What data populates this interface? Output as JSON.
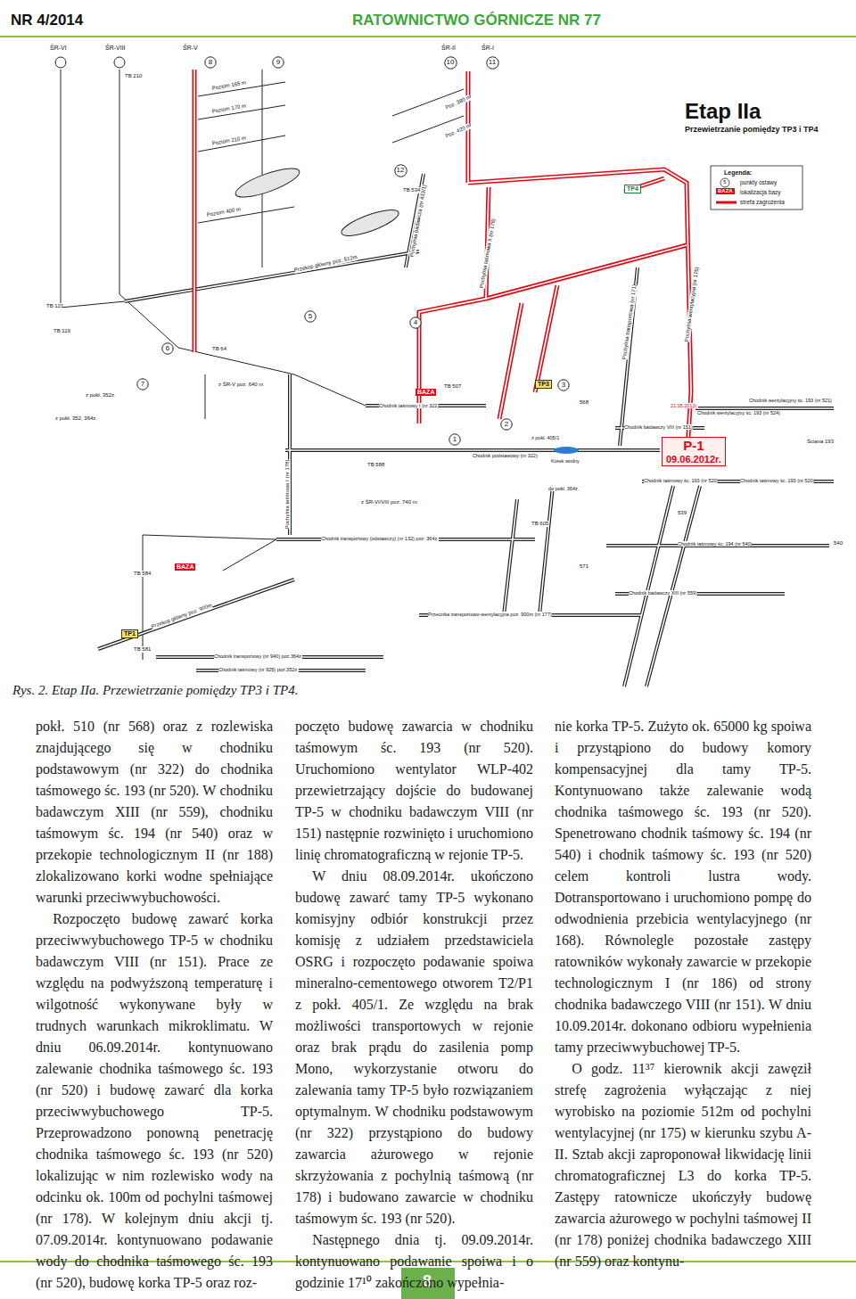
{
  "diagram": {
    "title": "Etap IIa",
    "caption": "Rys. 2. Etap IIa. Przewietrzanie pomiędzy TP3 i TP4.",
    "nodes": [
      {
        "text": [
          "P-1",
          "09.06.2012r."
        ]
      },
      {
        "text": [
          "TP4"
        ]
      },
      {
        "text": [
          "TP3"
        ]
      },
      {
        "text": [
          "TP1"
        ]
      },
      {
        "text": [
          "BAZA"
        ]
      },
      {
        "text": [
          "BAZA"
        ]
      },
      {
        "text": [
          "1"
        ]
      },
      {
        "text": [
          "2"
        ]
      },
      {
        "text": [
          "3"
        ]
      },
      {
        "text": [
          "4"
        ]
      },
      {
        "text": [
          "5"
        ]
      },
      {
        "text": [
          "6"
        ]
      },
      {
        "text": [
          "7"
        ]
      },
      {
        "text": [
          "8"
        ]
      },
      {
        "text": [
          "9"
        ]
      },
      {
        "text": [
          "10"
        ]
      },
      {
        "text": [
          "11"
        ]
      },
      {
        "text": [
          "12"
        ]
      }
    ],
    "labels": [
      "NR 4/2014",
      "RATOWNICTWO GÓRNICZE NR 77",
      "Przewietrzanie pomiędzy TP3 i TP4",
      "Legenda:",
      "5",
      "BAZA",
      "Poziom 165 m",
      "Poziom 170 m",
      "Poziom 210 m",
      "Poziom 400 m",
      "Przekop główny poz. 512m",
      "Poz. 380 m",
      "Poz. 420 m",
      "Pochylnia taśmowa II (nr 178)",
      "Pochylnia badawcza (nr 433/1)",
      "Pochylnia wentylacyjna (nr 175)",
      "Pochylnia transportowa (nr 171)",
      "Chodnik wentylacyjny śc. 193 (nr 524)",
      "Chodnik wentylacyjny śc. 193 (nr 521)",
      "Chodnik badawczy VIII (nr 151)",
      "Ściana 193",
      "Chodnik taśmowy śc. 193 (nr 520)",
      "Chodnik taśmowy śc. 193 (nr 520)",
      "Chodnik taśmowy śc. 194 (nr 540)",
      "Chodnik badawczy XIII (nr 559)",
      "Przecinka transportowo-wentylacyjna poz. 900m (nr 177)",
      "Chodnik transportowy (odstawczy) (nr 132) poz. 364z.",
      "Chodnik podstawowy (nr 322)",
      "Chodnik taśmowy I (nr 322)",
      "Korek wodny",
      "z pokł. 405/1",
      "do pokł. 364z.",
      "539",
      "540",
      "571",
      "568",
      "Chodnik transportowy (nr 940) poz.364z.",
      "Chodnik taśmowy (nr 925) poz.352z.",
      "Przekop główny poz. 900m",
      "z pokł. 352, 364z.",
      "z pokł. 352z.",
      "TB 121",
      "TB 119",
      "TB 534",
      "TB 507",
      "TB 588",
      "TB 605",
      "TB 584",
      "TB 581",
      "TB 64",
      "TB 210",
      "z ŚR-V poz. 640 m",
      "z ŚR-VI/VIII poz. 740 m",
      "Pochylnia taśmowa I (nr 178)",
      "21.05.2012r.",
      "ŚR-VI",
      "ŚR-VIII",
      "ŚR-V",
      "ŚR-II",
      "ŚR-I",
      "pokł. 510 (nr 568) oraz z rozlewiska znajdującego się w chodniku podstawowym (nr 322) do chodnika taśmowego śc. 193 (nr 520). W chodniku badawczym XIII (nr 559), chodniku taśmowym śc. 194 (nr 540) oraz w przekopie technologicznym II (nr 188) zlokalizowano korki wodne spełniające warunki przeciwwybuchowości.",
      "Rozpoczęto budowę zawarć korka przeciwwybuchowego TP-5 w chodniku badawczym VIII (nr 151). Prace ze względu na podwyższoną temperaturę i wilgotność wykonywane były w trudnych warunkach mikroklimatu. W dniu 06.09.2014r. kontynuowano zalewanie chodnika taśmowego śc. 193 (nr 520) i budowę zawarć dla korka przeciwwybuchowego TP-5. Przeprowadzono ponowną penetrację chodnika taśmowego śc. 193 (nr 520) lokalizując w nim rozlewisko wody na odcinku ok. 100m od pochylni taśmowej (nr 178). W kolejnym dniu akcji tj. 07.09.2014r. kontynuowano podawanie wody do chodnika taśmowego śc. 193 (nr 520), budowę korka TP-5 oraz roz-",
      "poczęto budowę zawarcia w chodniku taśmowym śc. 193 (nr 520). Uruchomiono wentylator WLP-402 przewietrzający dojście do budowanej TP-5 w chodniku badawczym VIII (nr 151) następnie rozwinięto i uruchomiono linię chromatograficzną w rejonie TP-5.",
      "W dniu 08.09.2014r. ukończono budowę zawarć tamy TP-5 wykonano komisyjny odbiór konstrukcji przez komisję z udziałem przedstawiciela OSRG i rozpoczęto podawanie spoiwa mineralno-cementowego otworem T2/P1 z pokł. 405/1. Ze względu na brak możliwości transportowych w rejonie oraz brak prądu do zasilenia pomp Mono, wykorzystanie otworu do zalewania tamy TP-5 było rozwiązaniem optymalnym. W chodniku podstawowym (nr 322) przystąpiono do budowy zawarcia ażurowego w rejonie skrzyżowania z pochylnią taśmową (nr 178) i budowano zawarcie w chodniku taśmowym śc. 193 (nr 520).",
      "Następnego dnia tj. 09.09.2014r. kontynuowano podawanie spoiwa i o godzinie 17¹⁰ zakończono wypełnia-",
      "nie korka TP-5. Zużyto ok. 65000 kg spoiwa i przystąpiono do budowy komory kompensacyjnej dla tamy TP-5. Kontynuowano także zalewanie wodą chodnika taśmowego śc. 193 (nr 520). Spenetrowano chodnik taśmowy śc. 194 (nr 540) i chodnik taśmowy śc. 193 (nr 520) celem kontroli lustra wody. Dotransportowano i uruchomiono pompę do odwodnienia przebicia wentylacyjnego (nr 168). Równolegle pozostałe zastępy ratowników wykonały zawarcie w przekopie technologicznym I (nr 186) od strony chodnika badawczego VIII (nr 151). W dniu 10.09.2014r. dokonano odbioru wypełnienia tamy przeciwwybuchowej TP-5.",
      "O godz. 11³⁷ kierownik akcji zawęził strefę zagrożenia wyłączając z niej wyrobisko na poziomie 512m od pochylni wentylacyjnej (nr 175) w kierunku szybu A-II. Sztab akcji zaproponował likwidację linii chromatograficznej L3 do korka TP-5. Zastępy ratownicze ukończyły budowę zawarcia ażurowego w pochylni taśmowej II (nr 178) poniżej chodnika badawczego XIII (nr 559) oraz kontynu-",
      "8"
    ],
    "legend": [
      {
        "text": "punkty ostawy"
      },
      {
        "text": "lokalizacja bazy"
      },
      {
        "text": "strefa zagrożenia"
      }
    ]
  }
}
